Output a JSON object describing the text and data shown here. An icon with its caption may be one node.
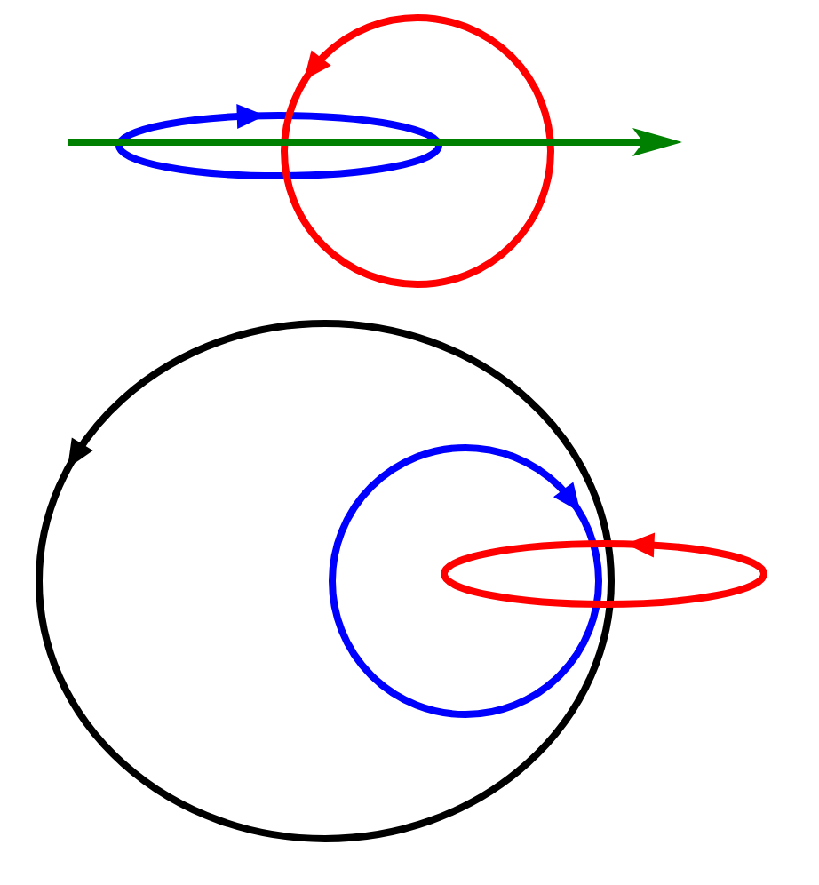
{
  "diagram": {
    "nodes": [
      {
        "text": [],
        "shape": "ellipse"
      },
      {
        "text": [],
        "shape": "circle"
      },
      {
        "text": [],
        "shape": "ellipse"
      },
      {
        "text": [],
        "shape": "circle",
        "in": 2
      },
      {
        "text": [],
        "shape": "ellipse"
      }
    ]
  }
}
